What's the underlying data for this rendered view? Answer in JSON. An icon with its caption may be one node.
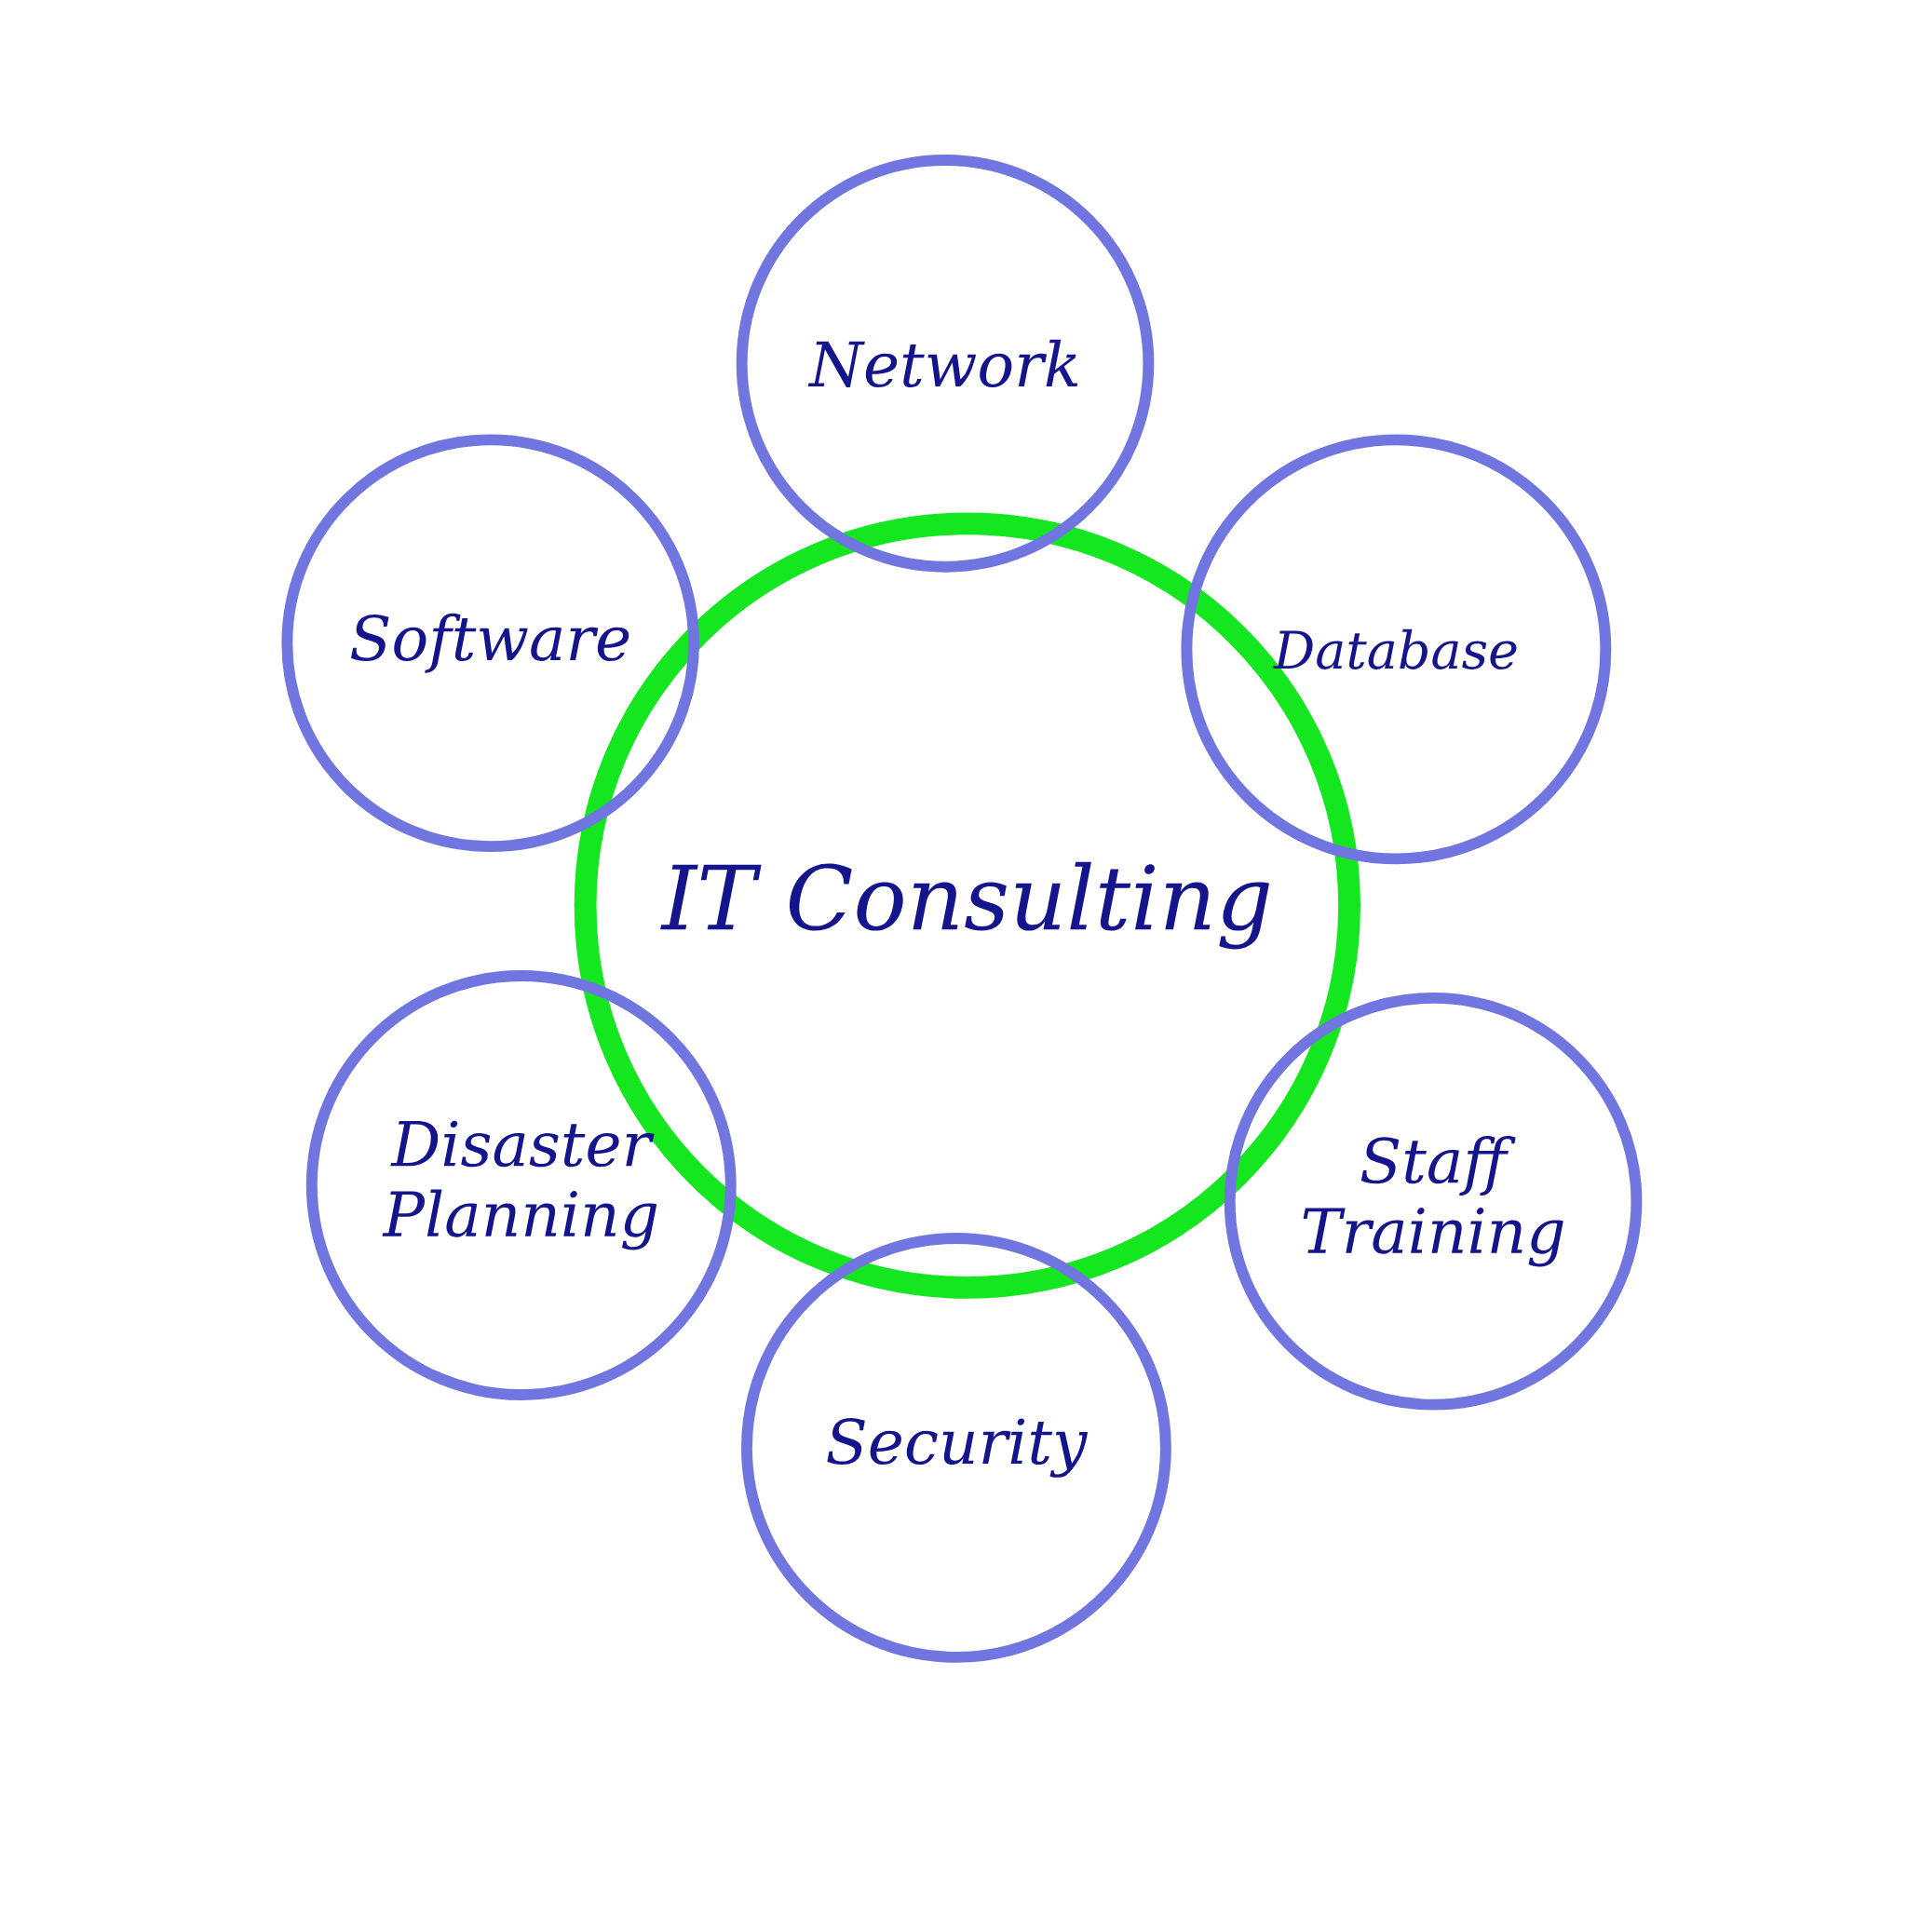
{
  "diagram": {
    "nodes": [
      {
        "text": [
          "IT Consulting"
        ]
      },
      {
        "text": [
          "Network"
        ]
      },
      {
        "text": [
          "Database"
        ]
      },
      {
        "text": [
          "Staff Training"
        ]
      },
      {
        "text": [
          "Security"
        ]
      },
      {
        "text": [
          "Disaster Planning"
        ]
      },
      {
        "text": [
          "Software"
        ]
      }
    ]
  }
}
